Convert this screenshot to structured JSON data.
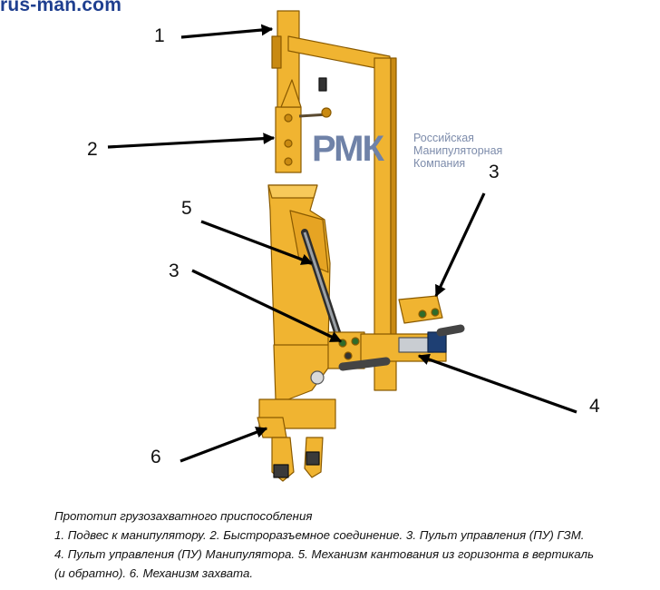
{
  "watermark": {
    "site": "rus-man.com"
  },
  "brand": {
    "logo": "РМК",
    "lines": [
      "Российская",
      "Манипуляторная",
      "Компания"
    ]
  },
  "labels": [
    "1",
    "2",
    "3",
    "3",
    "4",
    "5",
    "6"
  ],
  "caption": {
    "title": "Прототип грузозахватного приспособления",
    "lines": [
      "1. Подвес к манипулятору. 2. Быстроразъемное соединение. 3. Пульт управления (ПУ) ГЗМ.",
      "4. Пульт управления (ПУ) Манипулятора. 5. Механизм кантования из горизонта в вертикаль",
      "(и обратно). 6. Механизм захвата."
    ]
  },
  "colors": {
    "frame": "#f0b431",
    "frame_dark": "#c98a12",
    "frame_edge": "#8a5a00",
    "arrow": "#000000",
    "brand": "#6f82a8"
  }
}
